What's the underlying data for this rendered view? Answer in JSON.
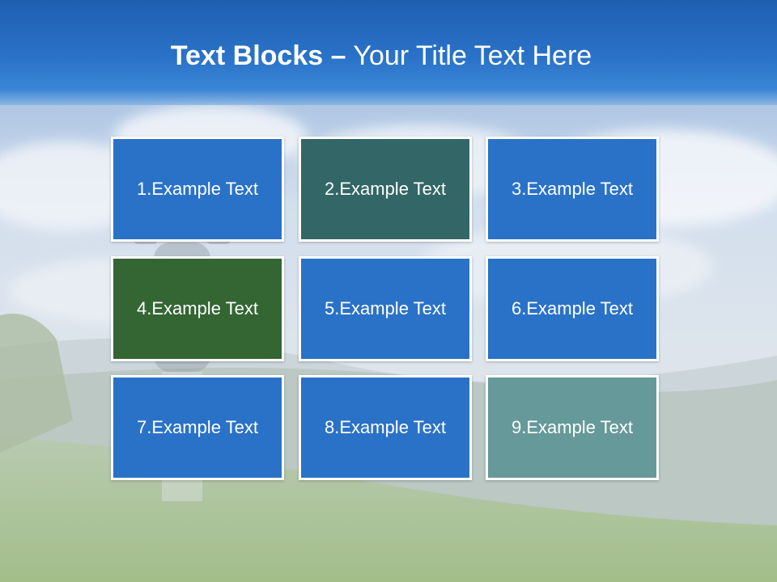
{
  "title": {
    "bold": "Text Blocks",
    "dash": "–",
    "rest": "Your Title Text Here"
  },
  "blocks": [
    {
      "label": "1.Example Text",
      "color": "#2a72c8"
    },
    {
      "label": "2.Example Text",
      "color": "#336666"
    },
    {
      "label": "3.Example Text",
      "color": "#2a72c8"
    },
    {
      "label": "4.Example Text",
      "color": "#336633"
    },
    {
      "label": "5.Example Text",
      "color": "#2a72c8"
    },
    {
      "label": "6.Example Text",
      "color": "#2a72c8"
    },
    {
      "label": "7.Example Text",
      "color": "#2a72c8"
    },
    {
      "label": "8.Example Text",
      "color": "#2a72c8"
    },
    {
      "label": "9.Example Text",
      "color": "#669999"
    }
  ],
  "background": {
    "sky_color": "#8fb3dd",
    "cloud_color": "#e8eef6",
    "hill_color": "#7f9f6a",
    "grass_color": "#6f9a4e"
  }
}
